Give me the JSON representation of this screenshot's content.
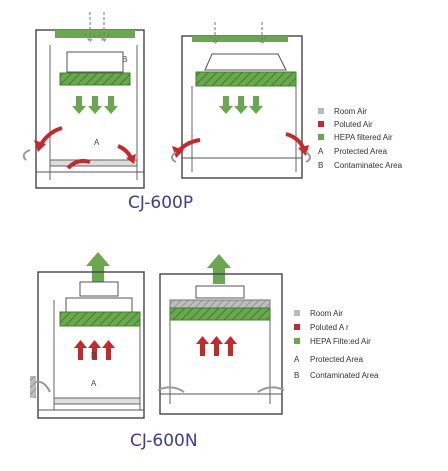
{
  "models": {
    "top": "CJ-600P",
    "bottom": "CJ-600N"
  },
  "legend_top": [
    {
      "key": "",
      "label": "Room Air",
      "color": "#b9b9c4"
    },
    {
      "key": "",
      "label": "Poluted Air",
      "color": "#c8282b"
    },
    {
      "key": "",
      "label": "HEPA filtered Air",
      "color": "#6aa84f"
    },
    {
      "key": "A",
      "label": "Protected Area",
      "color": ""
    },
    {
      "key": "B",
      "label": "Contaminatec Area",
      "color": ""
    }
  ],
  "legend_bottom": [
    {
      "key": "",
      "label": "Room Air",
      "color": "#b9b9c4"
    },
    {
      "key": "",
      "label": "Poluted A r",
      "color": "#c8282b"
    },
    {
      "key": "",
      "label": "HEPA Filte:ed Air",
      "color": "#6aa84f"
    },
    {
      "key": "A",
      "label": "Protected Area",
      "color": ""
    },
    {
      "key": "B",
      "label": "Contaminated Area",
      "color": ""
    }
  ],
  "area_labels": {
    "a": "A",
    "b": "B"
  },
  "colors": {
    "hepa_green": "#6aa84f",
    "filter_green": "#4c9a2f",
    "polluted_red": "#c8282b",
    "room_air_gray": "#b9b9c4",
    "line": "#444444"
  }
}
